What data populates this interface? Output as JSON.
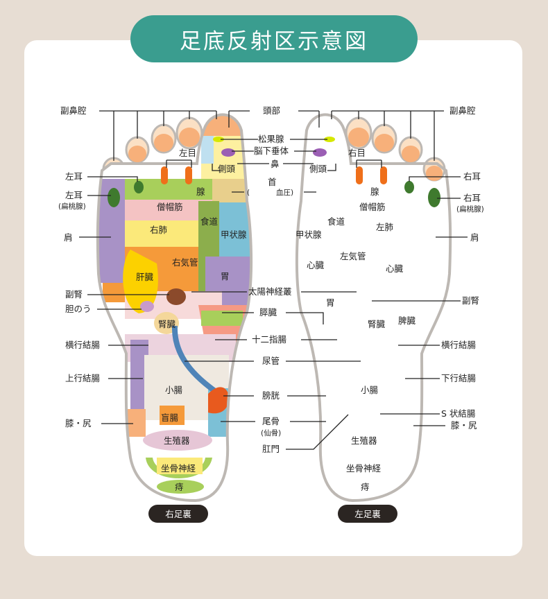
{
  "title": "足底反射区示意図",
  "feet": {
    "right_caption": "右足裏",
    "left_caption": "左足裏"
  },
  "callouts": {
    "fukubikou": "副鼻腔",
    "toubu": "頭部",
    "shoukasen": "松果腺",
    "noukasuitai": "脳下垂体",
    "hana": "鼻",
    "kubi": "首",
    "paren": "(",
    "ketsuatsu": "血圧)",
    "hidarimimi": "左耳",
    "migimimi": "右耳",
    "hentousen": "(扁桃腺)",
    "kata": "肩",
    "taiyou": "太陽神経叢",
    "fukujin": "副腎",
    "tannou": "胆のう",
    "suizou": "膵臓",
    "juunishi": "十二指腸",
    "oukou": "横行結腸",
    "nyoukan": "尿管",
    "joukou": "上行結腸",
    "kakou": "下行結腸",
    "boukou": "膀胱",
    "sjou": "S 状結腸",
    "hiza": "膝・尻",
    "bikotsu": "尾骨",
    "senkotsu": "(仙骨)",
    "koumon": "肛門"
  },
  "zones": {
    "hidarime": "左目",
    "migime": "右目",
    "sokutou": "側頭",
    "sen": "腺",
    "soubou": "僧帽筋",
    "shokudou": "食道",
    "haimigi": "右肺",
    "haihidari": "左肺",
    "koujousen": "甲状腺",
    "migikikan": "右気管",
    "hidarikikan": "左気管",
    "kanzou": "肝臓",
    "shinzou": "心臓",
    "i": "胃",
    "jinzou": "腎臓",
    "hizou": "脾臓",
    "shouchou": "小腸",
    "mouchou": "盲腸",
    "seishokuki": "生殖器",
    "zakotsu": "坐骨神経",
    "ji": "痔"
  },
  "colors": {
    "background": "#e7ddd3",
    "teal": "#3a9d8f",
    "orange": "#f7b07a",
    "yellow": "#fbe97a",
    "green": "#a8cf5b",
    "pink": "#f4c3c3",
    "purple": "#a892c6",
    "blue": "#4f84b8",
    "red": "#e85a1e"
  }
}
